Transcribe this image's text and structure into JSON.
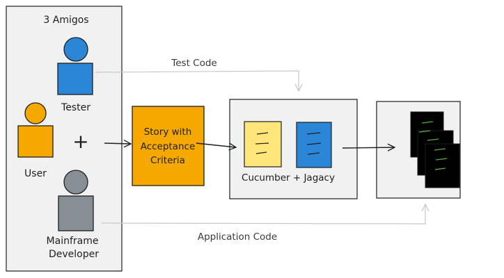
{
  "diagram": {
    "group_title": "3 Amigos",
    "roles": {
      "tester": "Tester",
      "user": "User",
      "developer_line1": "Mainframe",
      "developer_line2": "Developer"
    },
    "plus_sign": "+",
    "story": {
      "line1": "Story with",
      "line2": "Acceptance",
      "line3": "Criteria"
    },
    "tools_label": "Cucumber + Jagacy",
    "arrow_labels": {
      "test_code": "Test Code",
      "application_code": "Application Code"
    },
    "colors": {
      "tester": "#2b86d8",
      "user": "#f5a800",
      "developer": "#868e96",
      "story": "#f5a800",
      "cucumber": "#ffe57a",
      "jagacy": "#2b86d8",
      "terminal": "#000000",
      "terminal_lines": "#5fae3a",
      "background": "#f1f1f1",
      "stroke": "#1e1e1e",
      "connector": "#c8c8c8"
    }
  }
}
